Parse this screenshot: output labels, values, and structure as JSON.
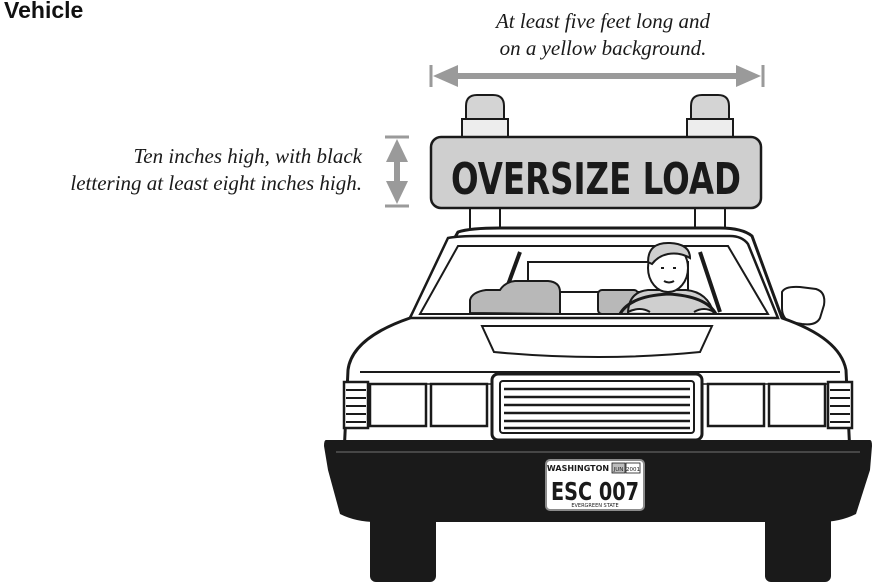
{
  "title": "t Vehicle",
  "annotations": {
    "length_line1": "At least five feet long and",
    "length_line2": "on a yellow background.",
    "height_line1": "Ten inches high, with black",
    "height_line2": "lettering at least eight inches high."
  },
  "sign": {
    "text": "OVERSIZE LOAD"
  },
  "license_plate": {
    "state": "WASHINGTON",
    "number": "ESC 007",
    "slogan": "EVERGREEN STATE",
    "tab_month": "JUN",
    "tab_year": "2001"
  },
  "colors": {
    "ink": "#1a1a1a",
    "light_gray": "#cfcfcf",
    "mid_gray": "#8c8c8c",
    "arrow_gray": "#9a9a9a"
  }
}
